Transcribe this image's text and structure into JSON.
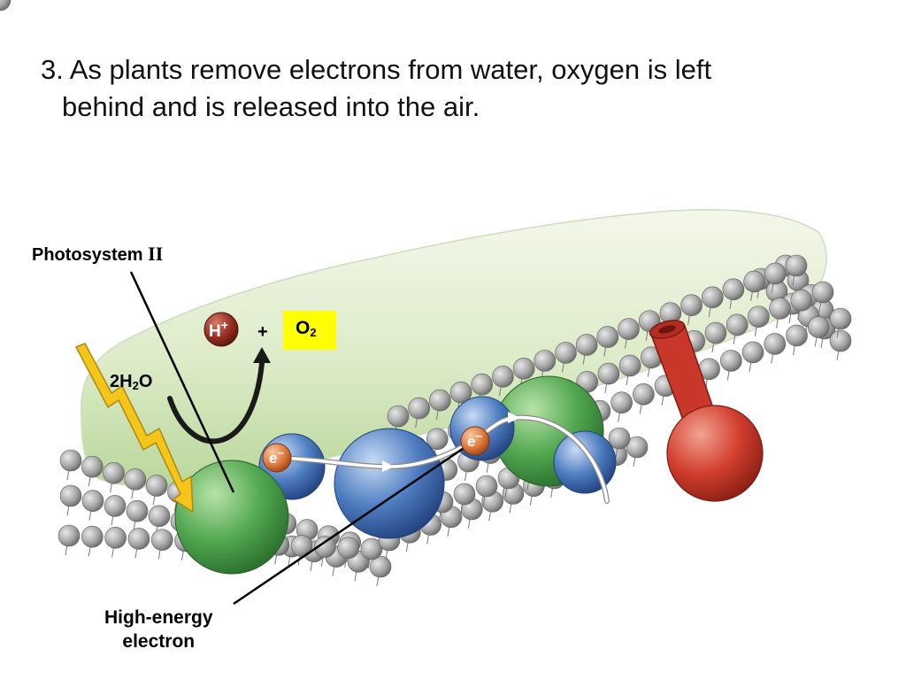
{
  "caption": {
    "line1": "3. As plants remove electrons from water, oxygen is left",
    "line2": "behind and is released into the air."
  },
  "labels": {
    "photosystem_text": "Photosystem ",
    "photosystem_roman": "II",
    "water_prefix": "2H",
    "water_sub": "2",
    "water_suffix": "O",
    "hydrogen_ion": "H",
    "hydrogen_charge": "+",
    "plus_sign": "+",
    "oxygen": "O",
    "oxygen_sub": "2",
    "electron_1": "e",
    "electron_1_charge": "−",
    "electron_2": "e",
    "electron_2_charge": "−",
    "high_energy_line1": "High-energy",
    "high_energy_line2": "electron"
  },
  "colors": {
    "thylakoid_fill": "#e3efcf",
    "lipid_head": "#9e9e9e",
    "green_protein": "#4fa84f",
    "blue_protein": "#4a73b8",
    "atp_synthase": "#cc3b2e",
    "electron": "#d9703a",
    "hydrogen_ion": "#8b2a1f",
    "oxygen_highlight": "#ffff00",
    "lightning": "#f2c21b"
  }
}
